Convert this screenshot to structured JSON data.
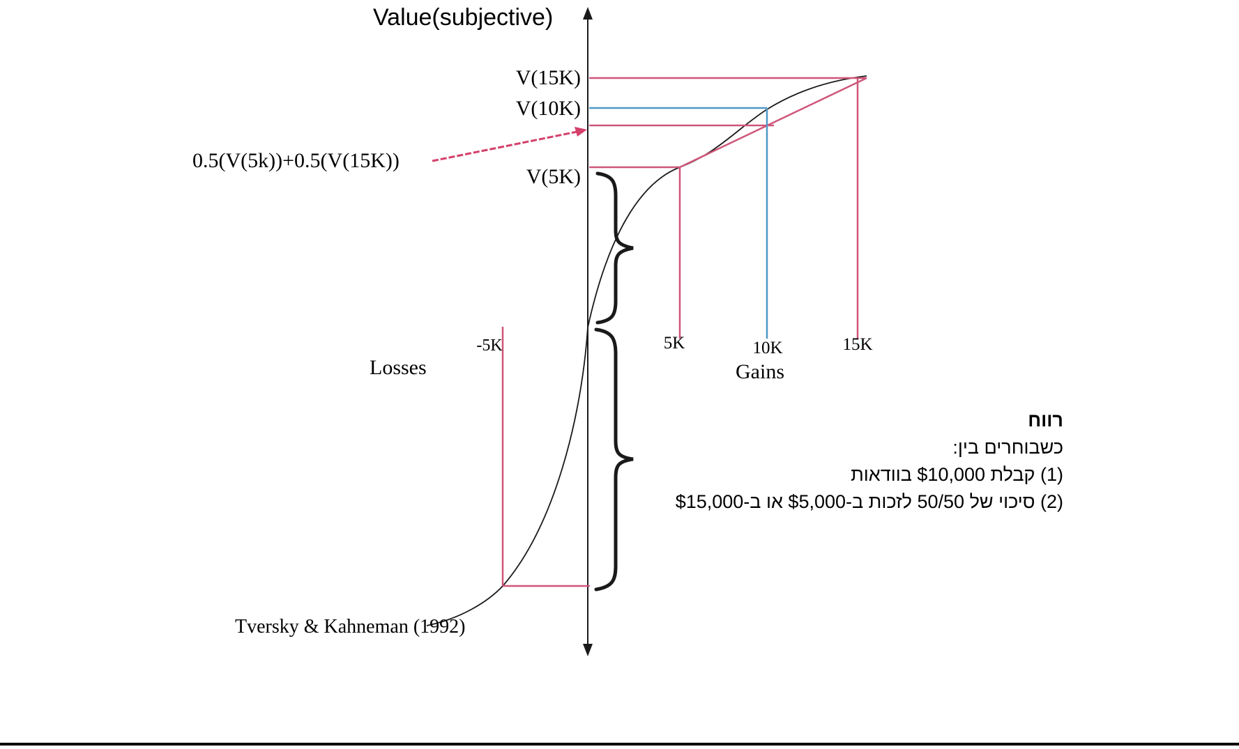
{
  "title": "Value(subjective)",
  "y_labels": {
    "v15k": "V(15K)",
    "v10k": "V(10K)",
    "v5k": "V(5K)"
  },
  "x_labels": {
    "minus5k": "-5K",
    "k5": "5K",
    "k10": "10K",
    "k15": "15K"
  },
  "axis_captions": {
    "losses": "Losses",
    "gains": "Gains"
  },
  "annotations": {
    "expected_value_formula": "0.5(V(5k))+0.5(V(15K))",
    "citation": "Tversky & Kahneman (1992)"
  },
  "note_rtl": {
    "heading": "רווח",
    "intro": "כשבוחרים בין:",
    "option1": "(1) קבלת $10,000 בוודאות",
    "option2": "(2) סיכוי של 50/50 לזכות ב-$5,000 או ב-$15,000"
  },
  "colors": {
    "pink": "#cf5579",
    "blue": "#4f97c7",
    "arrow": "#d4416b",
    "ink": "#1a1a1a"
  },
  "chart_data": {
    "type": "line",
    "title": "Value(subjective)",
    "x_axis": {
      "positive_label": "Gains",
      "negative_label": "Losses",
      "ticks": [
        "-5K",
        "5K",
        "10K",
        "15K"
      ]
    },
    "curve_description": "S-shaped prospect-theory value function: concave for gains, convex and steeper for losses, reference point at origin",
    "points_arbitrary_units": {
      "x_thousands": [
        -5,
        0,
        5,
        10,
        15
      ],
      "v": [
        -3.7,
        0,
        2.3,
        3.15,
        3.6
      ]
    },
    "markers": {
      "v_15k": "V(15K)",
      "v_10k": "V(10K)",
      "v_5k": "V(5K)",
      "expected_value_of_gamble": "0.5(V(5k))+0.5(V(15K))",
      "shown_relation": "V(10K) > 0.5·V(5K)+0.5·V(15K)"
    },
    "source": "Tversky & Kahneman (1992)"
  }
}
